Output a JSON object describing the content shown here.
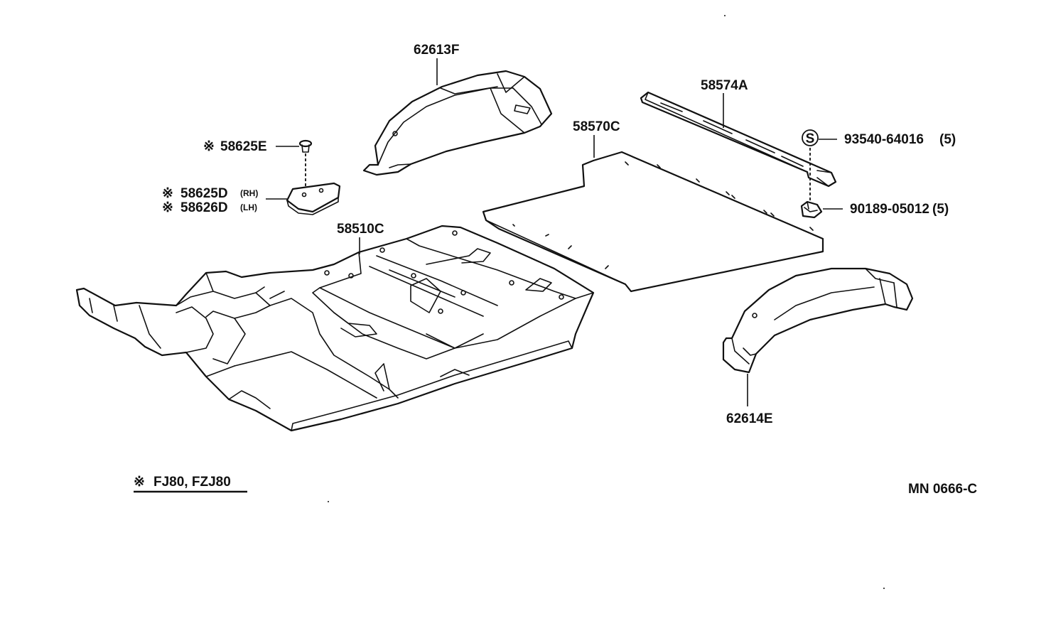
{
  "parts": {
    "rear_wheel_house_rh": "62613F",
    "rear_wheel_house_lh": "62614E",
    "floor_pan": "58510C",
    "rear_floor_board": "58570C",
    "rear_floor_reinforcement": "58574A",
    "plug": "58625E",
    "cover_rh": "58625D",
    "cover_lh": "58626D",
    "screw": "93540-64016",
    "clip": "90189-05012"
  },
  "suffixes": {
    "rh": "(RH)",
    "lh": "(LH)",
    "qty_screw": "(5)",
    "qty_clip": "(5)"
  },
  "marks": {
    "kome": "※",
    "standard_symbol": "S"
  },
  "footnote": {
    "models": "FJ80, FZJ80"
  },
  "diagram_code": "MN 0666-C"
}
